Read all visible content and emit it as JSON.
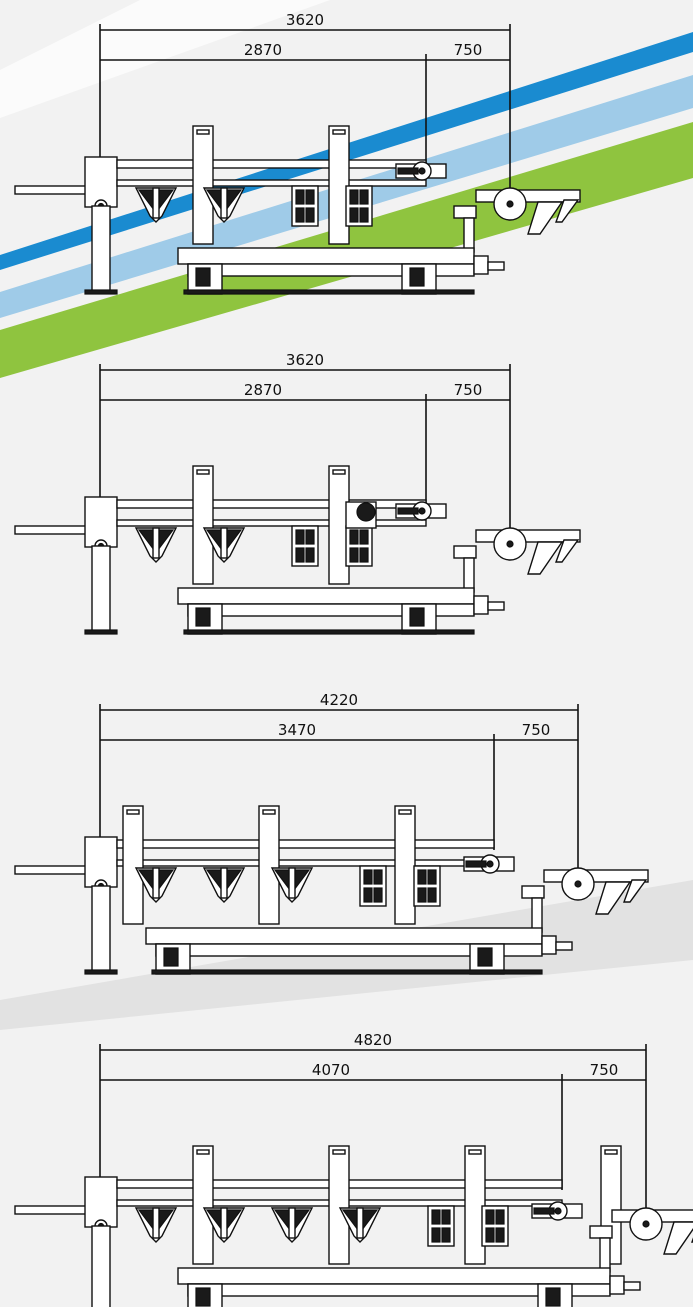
{
  "colors": {
    "background": "#f2f2f2",
    "stripe_blue": "#1a8bd0",
    "stripe_light_blue": "#9fcbe8",
    "stripe_green": "#8fc43f",
    "line": "#111111"
  },
  "machines": [
    {
      "overall": "3620",
      "main": "2870",
      "outfeed": "750",
      "carriers": 2,
      "units": 2,
      "stacked_motor": false
    },
    {
      "overall": "3620",
      "main": "2870",
      "outfeed": "750",
      "carriers": 2,
      "units": 2,
      "stacked_motor": true
    },
    {
      "overall": "4220",
      "main": "3470",
      "outfeed": "750",
      "carriers": 3,
      "units": 2,
      "stacked_motor": false
    },
    {
      "overall": "4820",
      "main": "4070",
      "outfeed": "750",
      "carriers": 4,
      "units": 2,
      "stacked_motor": false
    }
  ]
}
